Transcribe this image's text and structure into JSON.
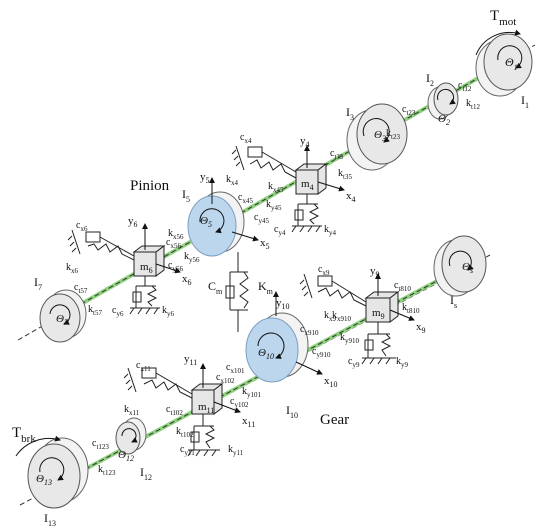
{
  "labels": {
    "T_mot": "T",
    "T_mot_sub": "mot",
    "T_brk": "T",
    "T_brk_sub": "brk",
    "pinion": "Pinion",
    "gear": "Gear",
    "I1": "I",
    "I1s": "1",
    "th1": "Θ",
    "th1s": "1",
    "I2": "I",
    "I2s": "2",
    "th2": "Θ",
    "th2s": "2",
    "I3": "I",
    "I3s": "3",
    "th3": "Θ",
    "th3s": "3",
    "I5": "I",
    "I5s": "5",
    "th5": "Θ",
    "th5s": "5",
    "I7": "I",
    "I7s": "7",
    "th7": "Θ",
    "th7s": "7",
    "Is": "I",
    "Iss": "s",
    "ths": "Θ",
    "thss": "s",
    "I10": "I",
    "I10s": "10",
    "th10": "Θ",
    "th10s": "10",
    "I12": "I",
    "I12s": "12",
    "th12": "Θ",
    "th12s": "12",
    "I13": "I",
    "I13s": "13",
    "th13": "Θ",
    "th13s": "13",
    "m4": "m",
    "m4s": "4",
    "m6": "m",
    "m6s": "6",
    "m9": "m",
    "m9s": "9",
    "m11": "m",
    "m11s": "11",
    "ct12": "c",
    "ct12s": "t12",
    "kt12": "k",
    "kt12s": "t12",
    "ct23": "c",
    "ct23s": "t23",
    "kt23": "k",
    "kt23s": "t23",
    "ct35": "c",
    "ct35s": "t35",
    "kt35": "k",
    "kt35s": "t35",
    "cx4": "c",
    "cx4s": "x4",
    "kx4": "k",
    "kx4s": "x4",
    "cx45": "c",
    "cx45s": "x45",
    "kx45": "k",
    "kx45s": "x45",
    "cy45": "c",
    "cy45s": "y45",
    "ky45": "k",
    "ky45s": "y45",
    "cy4": "c",
    "cy4s": "y4",
    "ky4": "k",
    "ky4s": "y4",
    "y4": "y",
    "y4s": "4",
    "x4": "x",
    "x4s": "4",
    "y5": "y",
    "y5s": "5",
    "x5": "x",
    "x5s": "5",
    "cx6": "c",
    "cx6s": "x6",
    "kx6": "k",
    "kx6s": "x6",
    "y6": "y",
    "y6s": "6",
    "x6": "x",
    "x6s": "6",
    "cx56": "c",
    "cx56s": "x56",
    "kx56": "k",
    "kx56s": "x56",
    "cy56": "c",
    "cy56s": "y56",
    "ky56": "k",
    "ky56s": "y56",
    "cy6": "c",
    "cy6s": "y6",
    "ky6": "k",
    "ky6s": "y6",
    "ct57": "c",
    "ct57s": "t57",
    "kt57": "k",
    "kt57s": "t57",
    "Cm": "C",
    "Cms": "m",
    "Km": "K",
    "Kms": "m",
    "cx9": "c",
    "cx9s": "x9",
    "kx9": "k",
    "kx9s": "x9",
    "y9": "y",
    "y9s": "9",
    "x9": "x",
    "x9s": "9",
    "ct810": "c",
    "ct810s": "t810",
    "kt810": "k",
    "kt810s": "t810",
    "cx910": "c",
    "cx910s": "x910",
    "kx910": "k",
    "kx910s": "x910",
    "cy910": "c",
    "cy910s": "y910",
    "ky910": "k",
    "ky910s": "y910",
    "cy9": "c",
    "cy9s": "y9",
    "ky9": "k",
    "ky9s": "y9",
    "y10": "y",
    "y10s": "10",
    "x10": "x",
    "x10s": "10",
    "cx11": "c",
    "cx11s": "x11",
    "kx11": "k",
    "kx11s": "x11",
    "y11": "y",
    "y11s": "11",
    "x11": "x",
    "x11s": "11",
    "cx101": "c",
    "cx101s": "x101",
    "cx102": "c",
    "cx102s": "x102",
    "ky101": "k",
    "ky101s": "y101",
    "cy102": "c",
    "cy102s": "y102",
    "ct102": "c",
    "ct102s": "t102",
    "kt102": "k",
    "kt102s": "t102",
    "cy11": "c",
    "cy11s": "y11",
    "ky11": "k",
    "ky11s": "y11",
    "ct123": "c",
    "ct123s": "t123",
    "kt123": "k",
    "kt123s": "t123"
  },
  "colors": {
    "shaft": "#8fd27e",
    "gear_disk": "#bcd6ee",
    "disk": "#e8e8e8"
  }
}
